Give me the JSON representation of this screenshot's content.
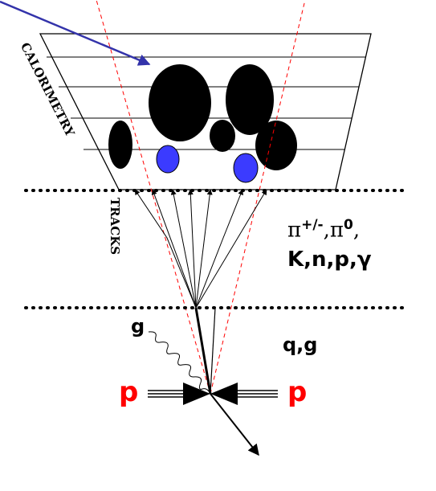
{
  "labels": {
    "calorimetry": "CALORIMETRY",
    "tracks": "TRACKS",
    "particles_line1": "π+/-,π0,",
    "particles_line2": "K,n,p,γ",
    "gluon_label": "g",
    "outgoing_label": "q,g",
    "proton_left": "p",
    "proton_right": "p"
  },
  "colors": {
    "proton": "#ff0000",
    "arrow_pointer": "#3333aa",
    "cone": "#ff0000",
    "deposit_em": "#3b3bff",
    "deposit_hadronic": "#000000"
  },
  "counts": {
    "calorimeter_layers": 5,
    "track_arrows": 7
  }
}
